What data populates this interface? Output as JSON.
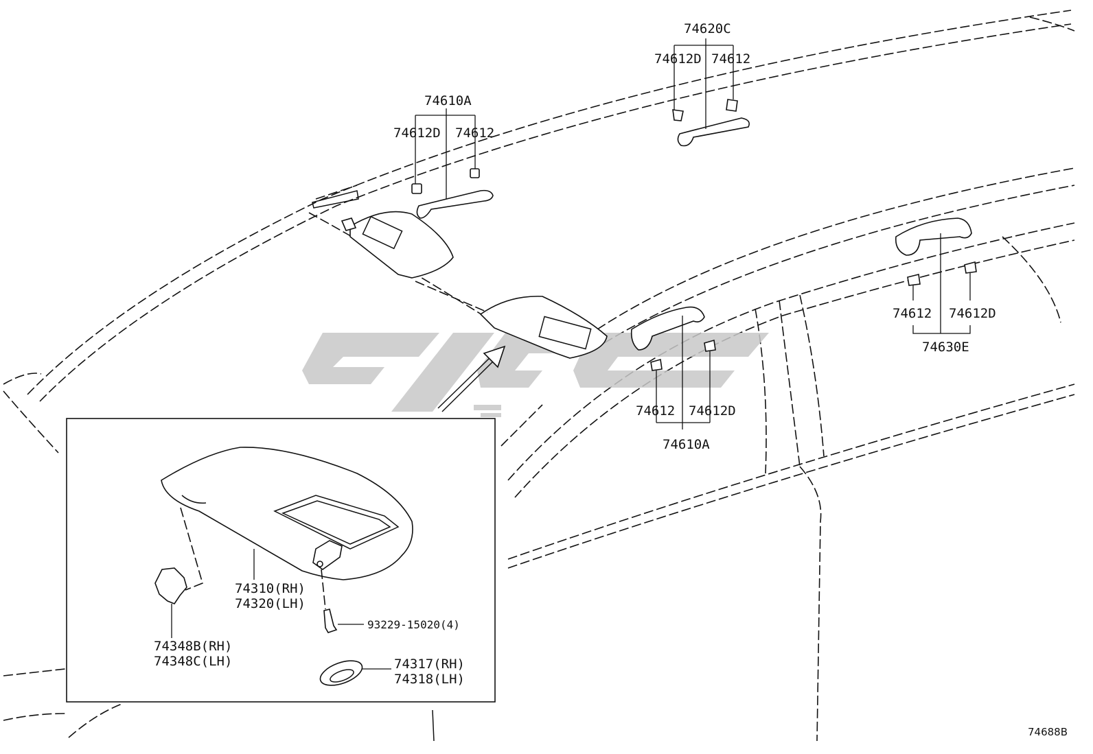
{
  "diagram_code": "74688B",
  "watermark": {
    "color": "#c8c8c8"
  },
  "callouts": {
    "grip_front": {
      "assembly": "74610A",
      "left": "74612D",
      "right": "74612"
    },
    "grip_center": {
      "assembly": "74620C",
      "left": "74612D",
      "right": "74612"
    },
    "grip_side": {
      "assembly": "74610A",
      "left": "74612",
      "right": "74612D"
    },
    "grip_rear": {
      "assembly": "74630E",
      "left": "74612",
      "right": "74612D"
    }
  },
  "detail": {
    "visor": [
      "74310(RH)",
      "74320(LH)"
    ],
    "holder": [
      "74348B(RH)",
      "74348C(LH)"
    ],
    "screw": "93229-15020(4)",
    "cover": [
      "74317(RH)",
      "74318(LH)"
    ]
  }
}
